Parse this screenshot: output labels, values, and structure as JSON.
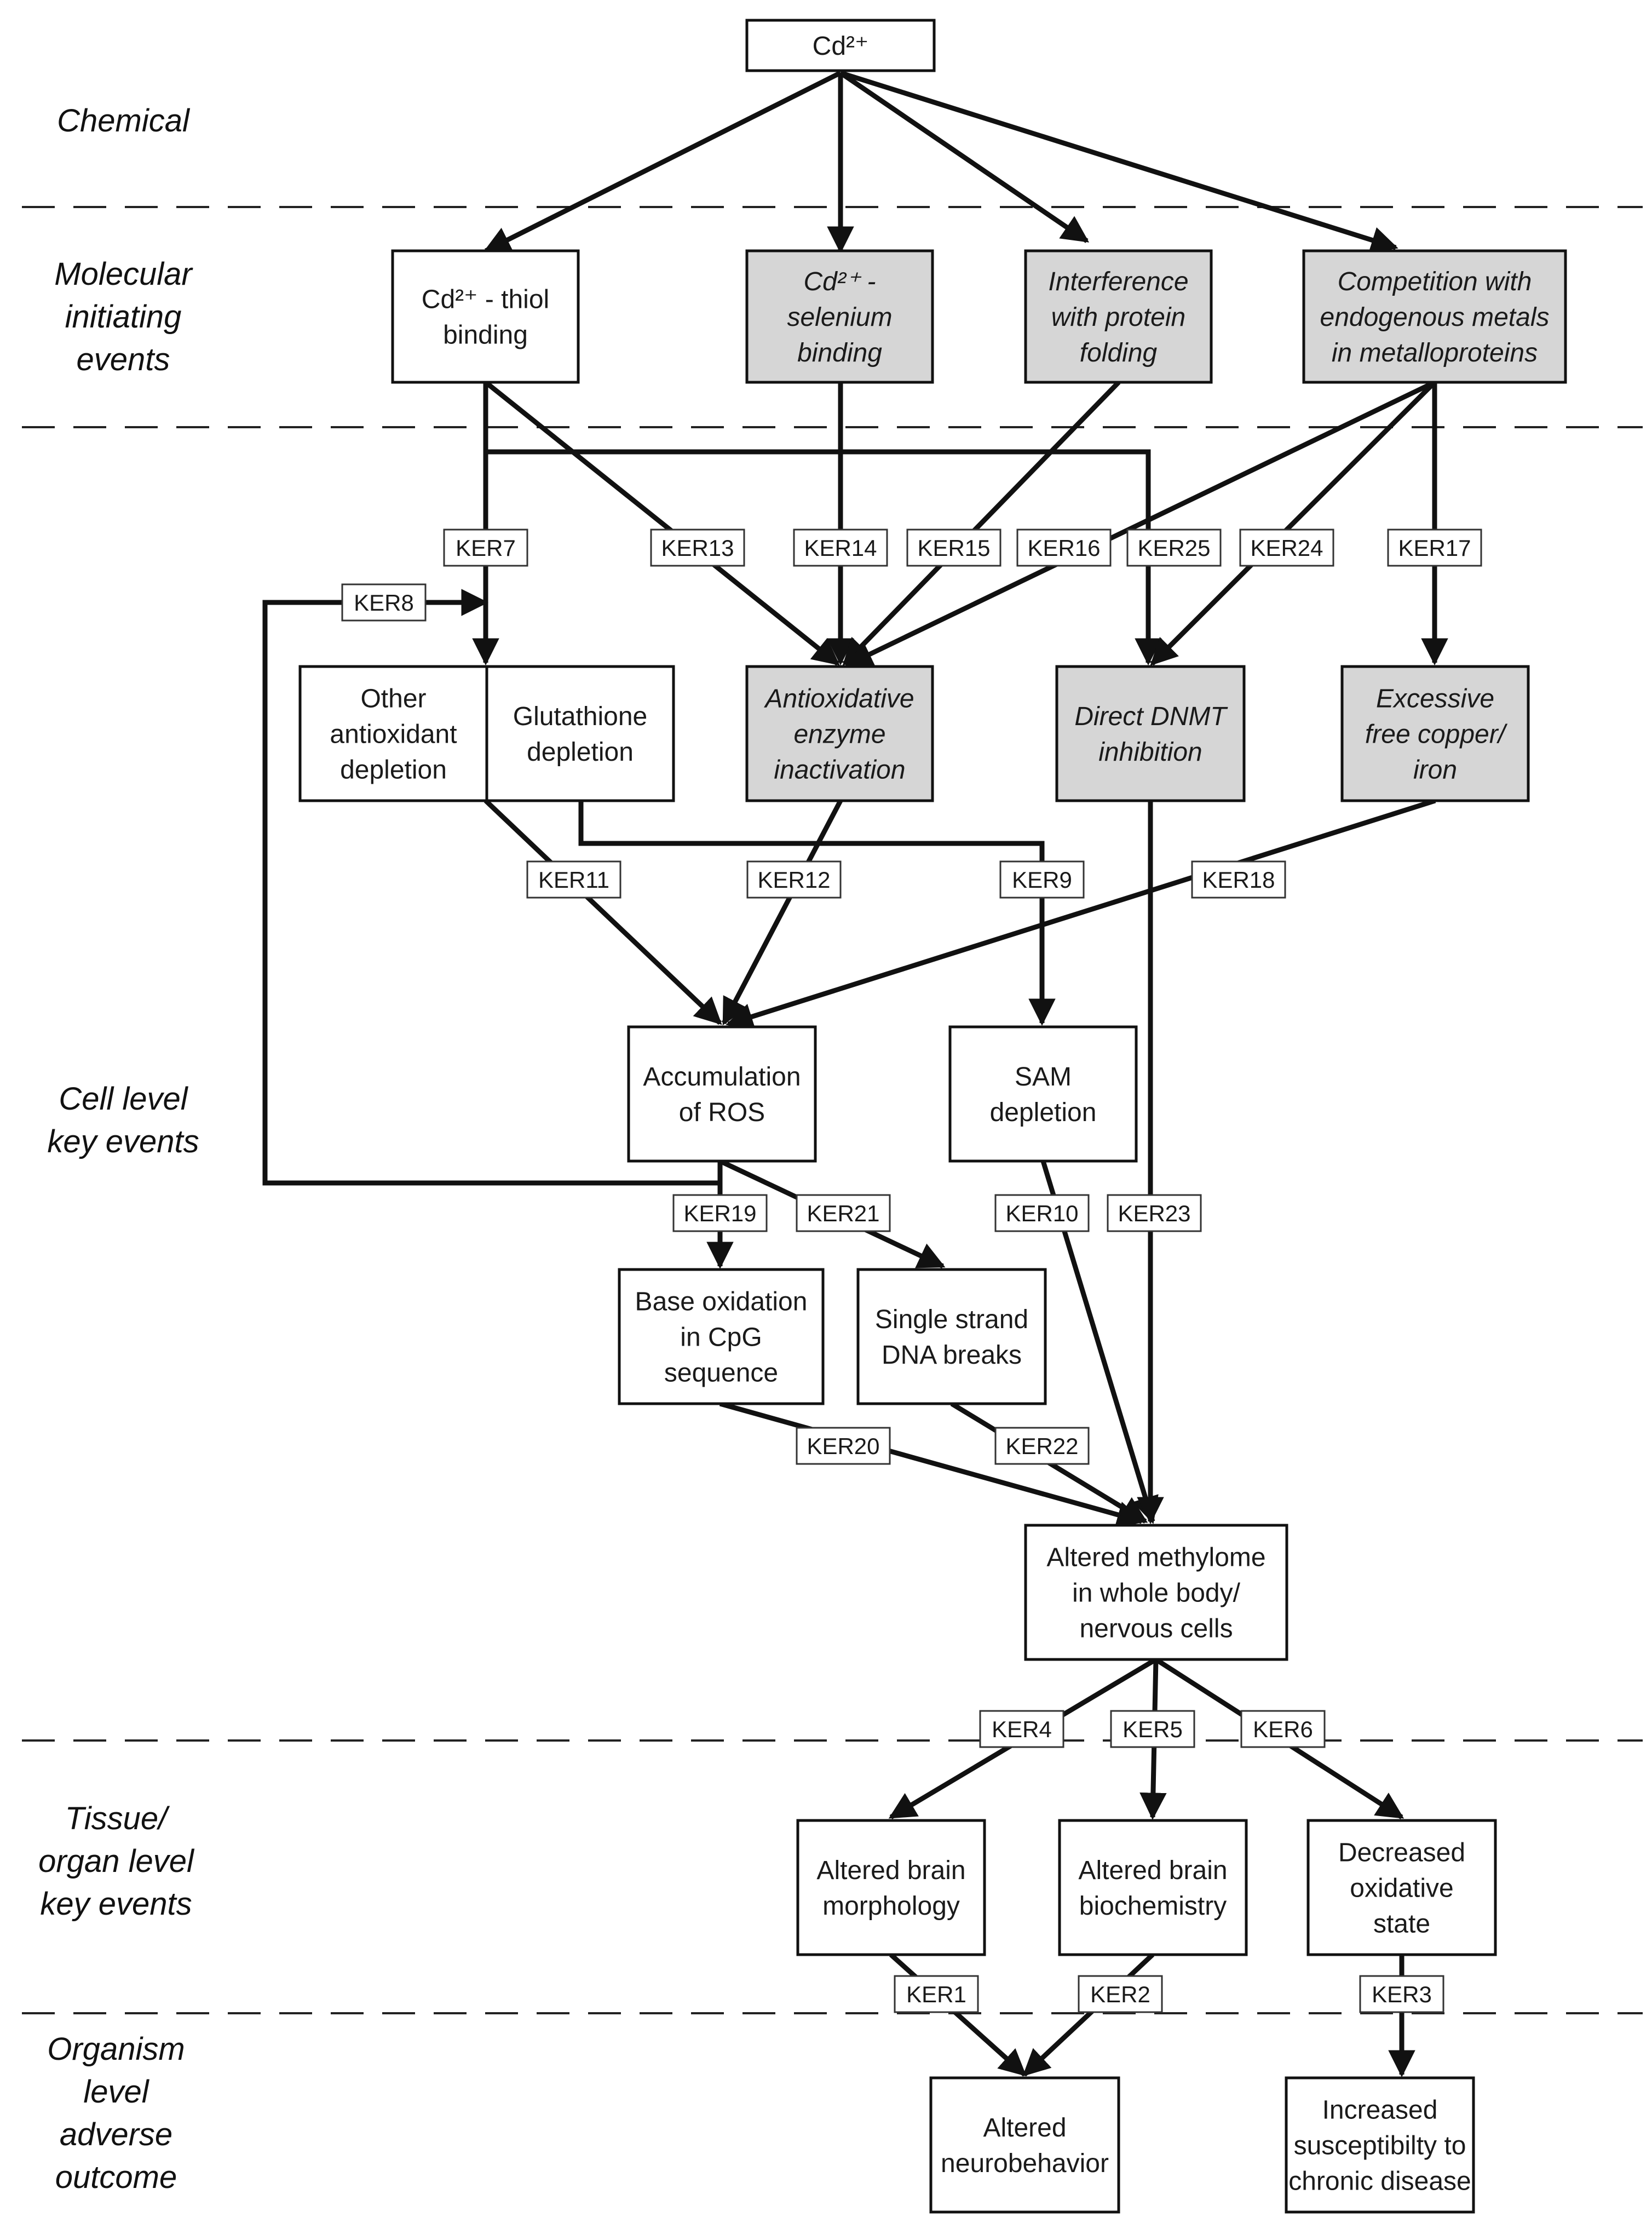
{
  "levels": [
    {
      "id": "chemical",
      "lines": [
        "Chemical"
      ]
    },
    {
      "id": "mie",
      "lines": [
        "Molecular",
        "initiating",
        "events"
      ]
    },
    {
      "id": "cell",
      "lines": [
        "Cell level",
        "key events"
      ]
    },
    {
      "id": "tissue",
      "lines": [
        "Tissue/",
        "organ level",
        "key events"
      ]
    },
    {
      "id": "organism",
      "lines": [
        "Organism",
        "level",
        "adverse",
        "outcome"
      ]
    }
  ],
  "nodes": [
    {
      "id": "cd",
      "lines": [
        "Cd²⁺"
      ],
      "shaded": false,
      "italic": false
    },
    {
      "id": "thiol",
      "lines": [
        "Cd²⁺ - thiol",
        "binding"
      ],
      "shaded": false,
      "italic": false
    },
    {
      "id": "selenium",
      "lines": [
        "Cd²⁺ -",
        "selenium",
        "binding"
      ],
      "shaded": true,
      "italic": true
    },
    {
      "id": "folding",
      "lines": [
        "Interference",
        "with protein",
        "folding"
      ],
      "shaded": true,
      "italic": true
    },
    {
      "id": "metals",
      "lines": [
        "Competition with",
        "endogenous metals",
        "in metalloproteins"
      ],
      "shaded": true,
      "italic": true
    },
    {
      "id": "otherAnti",
      "lines": [
        "Other",
        "antioxidant",
        "depletion"
      ],
      "shaded": false,
      "italic": false
    },
    {
      "id": "gsh",
      "lines": [
        "Glutathione",
        "depletion"
      ],
      "shaded": false,
      "italic": false
    },
    {
      "id": "enzyme",
      "lines": [
        "Antioxidative",
        "enzyme",
        "inactivation"
      ],
      "shaded": true,
      "italic": true
    },
    {
      "id": "dnmt",
      "lines": [
        "Direct DNMT",
        "inhibition"
      ],
      "shaded": true,
      "italic": true
    },
    {
      "id": "copper",
      "lines": [
        "Excessive",
        "free copper/",
        "iron"
      ],
      "shaded": true,
      "italic": true
    },
    {
      "id": "ros",
      "lines": [
        "Accumulation",
        "of ROS"
      ],
      "shaded": false,
      "italic": false
    },
    {
      "id": "sam",
      "lines": [
        "SAM",
        "depletion"
      ],
      "shaded": false,
      "italic": false
    },
    {
      "id": "base",
      "lines": [
        "Base oxidation",
        "in CpG",
        "sequence"
      ],
      "shaded": false,
      "italic": false
    },
    {
      "id": "ssb",
      "lines": [
        "Single strand",
        "DNA breaks"
      ],
      "shaded": false,
      "italic": false
    },
    {
      "id": "methylome",
      "lines": [
        "Altered methylome",
        "in whole body/",
        "nervous cells"
      ],
      "shaded": false,
      "italic": false
    },
    {
      "id": "morph",
      "lines": [
        "Altered brain",
        "morphology"
      ],
      "shaded": false,
      "italic": false
    },
    {
      "id": "biochem",
      "lines": [
        "Altered brain",
        "biochemistry"
      ],
      "shaded": false,
      "italic": false
    },
    {
      "id": "oxstate",
      "lines": [
        "Decreased",
        "oxidative",
        "state"
      ],
      "shaded": false,
      "italic": false
    },
    {
      "id": "neuro",
      "lines": [
        "Altered",
        "neurobehavior"
      ],
      "shaded": false,
      "italic": false
    },
    {
      "id": "suscept",
      "lines": [
        "Increased",
        "susceptibilty to",
        "chronic disease"
      ],
      "shaded": false,
      "italic": false
    }
  ],
  "edges": [
    {
      "label": "KER7",
      "from": "thiol",
      "to": "gsh"
    },
    {
      "label": "KER8",
      "from": "ros",
      "to": "gsh"
    },
    {
      "label": "KER13",
      "from": "thiol",
      "to": "enzyme"
    },
    {
      "label": "KER14",
      "from": "selenium",
      "to": "enzyme"
    },
    {
      "label": "KER15",
      "from": "folding",
      "to": "enzyme"
    },
    {
      "label": "KER16",
      "from": "metals",
      "to": "enzyme"
    },
    {
      "label": "KER25",
      "from": "thiol",
      "to": "dnmt"
    },
    {
      "label": "KER24",
      "from": "metals",
      "to": "dnmt"
    },
    {
      "label": "KER17",
      "from": "metals",
      "to": "copper"
    },
    {
      "label": "KER11",
      "from": "otherAnti",
      "to": "ros"
    },
    {
      "label": "KER12",
      "from": "enzyme",
      "to": "ros"
    },
    {
      "label": "KER9",
      "from": "gsh",
      "to": "sam"
    },
    {
      "label": "KER18",
      "from": "copper",
      "to": "ros"
    },
    {
      "label": "KER19",
      "from": "ros",
      "to": "base"
    },
    {
      "label": "KER21",
      "from": "ros",
      "to": "ssb"
    },
    {
      "label": "KER10",
      "from": "sam",
      "to": "methylome"
    },
    {
      "label": "KER23",
      "from": "dnmt",
      "to": "methylome"
    },
    {
      "label": "KER20",
      "from": "base",
      "to": "methylome"
    },
    {
      "label": "KER22",
      "from": "ssb",
      "to": "methylome"
    },
    {
      "label": "KER4",
      "from": "methylome",
      "to": "morph"
    },
    {
      "label": "KER5",
      "from": "methylome",
      "to": "biochem"
    },
    {
      "label": "KER6",
      "from": "methylome",
      "to": "oxstate"
    },
    {
      "label": "KER1",
      "from": "morph",
      "to": "neuro"
    },
    {
      "label": "KER2",
      "from": "biochem",
      "to": "neuro"
    },
    {
      "label": "KER3",
      "from": "oxstate",
      "to": "suscept"
    }
  ]
}
